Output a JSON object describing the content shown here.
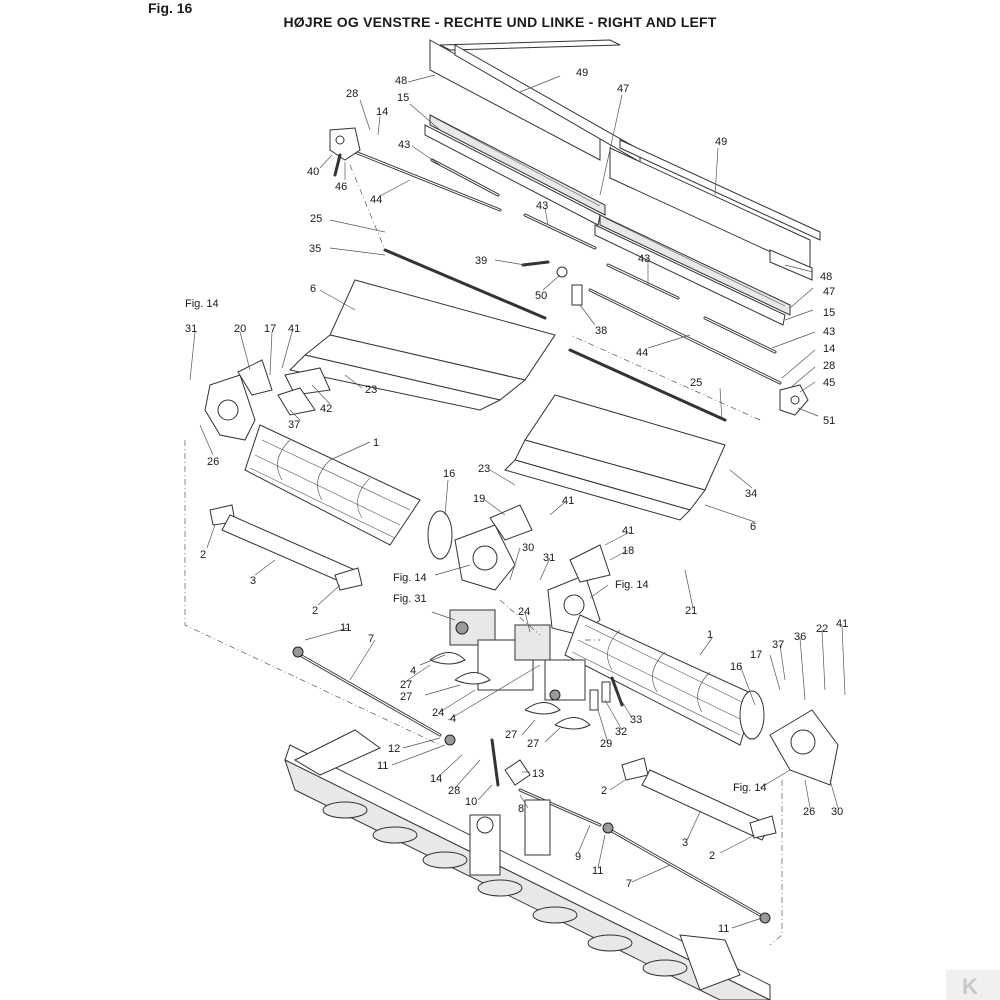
{
  "header": {
    "fig_label": "Fig. 16",
    "title": "HØJRE OG VENSTRE - RECHTE UND LINKE - RIGHT AND LEFT"
  },
  "callouts": [
    "49",
    "48",
    "47",
    "15",
    "28",
    "14",
    "43",
    "40",
    "46",
    "44",
    "49",
    "43",
    "48",
    "47",
    "15",
    "25",
    "39",
    "50",
    "35",
    "43",
    "38",
    "6",
    "Fig. 14",
    "44",
    "43",
    "31",
    "20",
    "17",
    "41",
    "14",
    "28",
    "45",
    "42",
    "23",
    "25",
    "37",
    "51",
    "1",
    "26",
    "16",
    "23",
    "34",
    "19",
    "41",
    "6",
    "2",
    "30",
    "41",
    "3",
    "Fig. 14",
    "31",
    "18",
    "Fig. 14",
    "2",
    "21",
    "Fig. 31",
    "24",
    "11",
    "7",
    "1",
    "4",
    "27",
    "16",
    "37",
    "36",
    "22",
    "41",
    "17",
    "27",
    "24",
    "4",
    "29",
    "32",
    "33",
    "27",
    "12",
    "27",
    "11",
    "13",
    "14",
    "28",
    "10",
    "2",
    "Fig. 14",
    "8",
    "26",
    "30",
    "3",
    "2",
    "9",
    "11",
    "7",
    "11"
  ],
  "brand_mark": "K"
}
